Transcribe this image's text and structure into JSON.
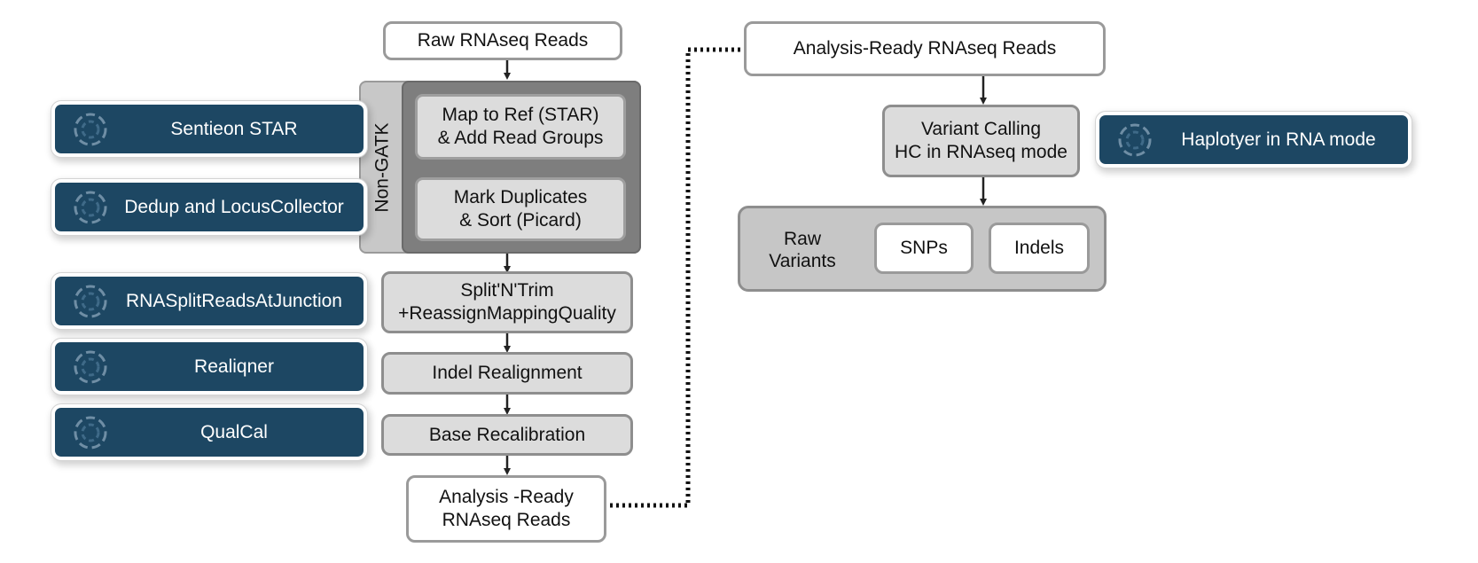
{
  "pipeline": {
    "raw_reads": "Raw RNAseq Reads",
    "non_gatk_label": "Non-GATK",
    "map_to_ref": [
      "Map to Ref (STAR)",
      "& Add Read Groups"
    ],
    "mark_duplicates": [
      "Mark Duplicates",
      "& Sort (Picard)"
    ],
    "split_n_trim": [
      "Split'N'Trim",
      "+ReassignMappingQuality"
    ],
    "indel_realignment": "Indel Realignment",
    "base_recalibration": "Base Recalibration",
    "analysis_ready": [
      "Analysis -Ready",
      "RNAseq Reads"
    ]
  },
  "calling": {
    "analysis_ready": "Analysis-Ready RNAseq Reads",
    "variant_calling": [
      "Variant Calling",
      "HC in RNAseq mode"
    ],
    "raw_variants": [
      "Raw",
      "Variants"
    ],
    "snps": "SNPs",
    "indels": "Indels"
  },
  "tools": {
    "sentieon_star": "Sentieon STAR",
    "dedup": "Dedup and LocusCollector",
    "rna_split": "RNASplitReadsAtJunction",
    "realigner": "Realiqner",
    "qualcal": "QualCal",
    "haplotyper": "Haplotyer in RNA mode"
  },
  "colors": {
    "tool_bg": "#1d4763",
    "box_gray": "#dcdcdc",
    "panel_dark": "#7e7e7e"
  }
}
